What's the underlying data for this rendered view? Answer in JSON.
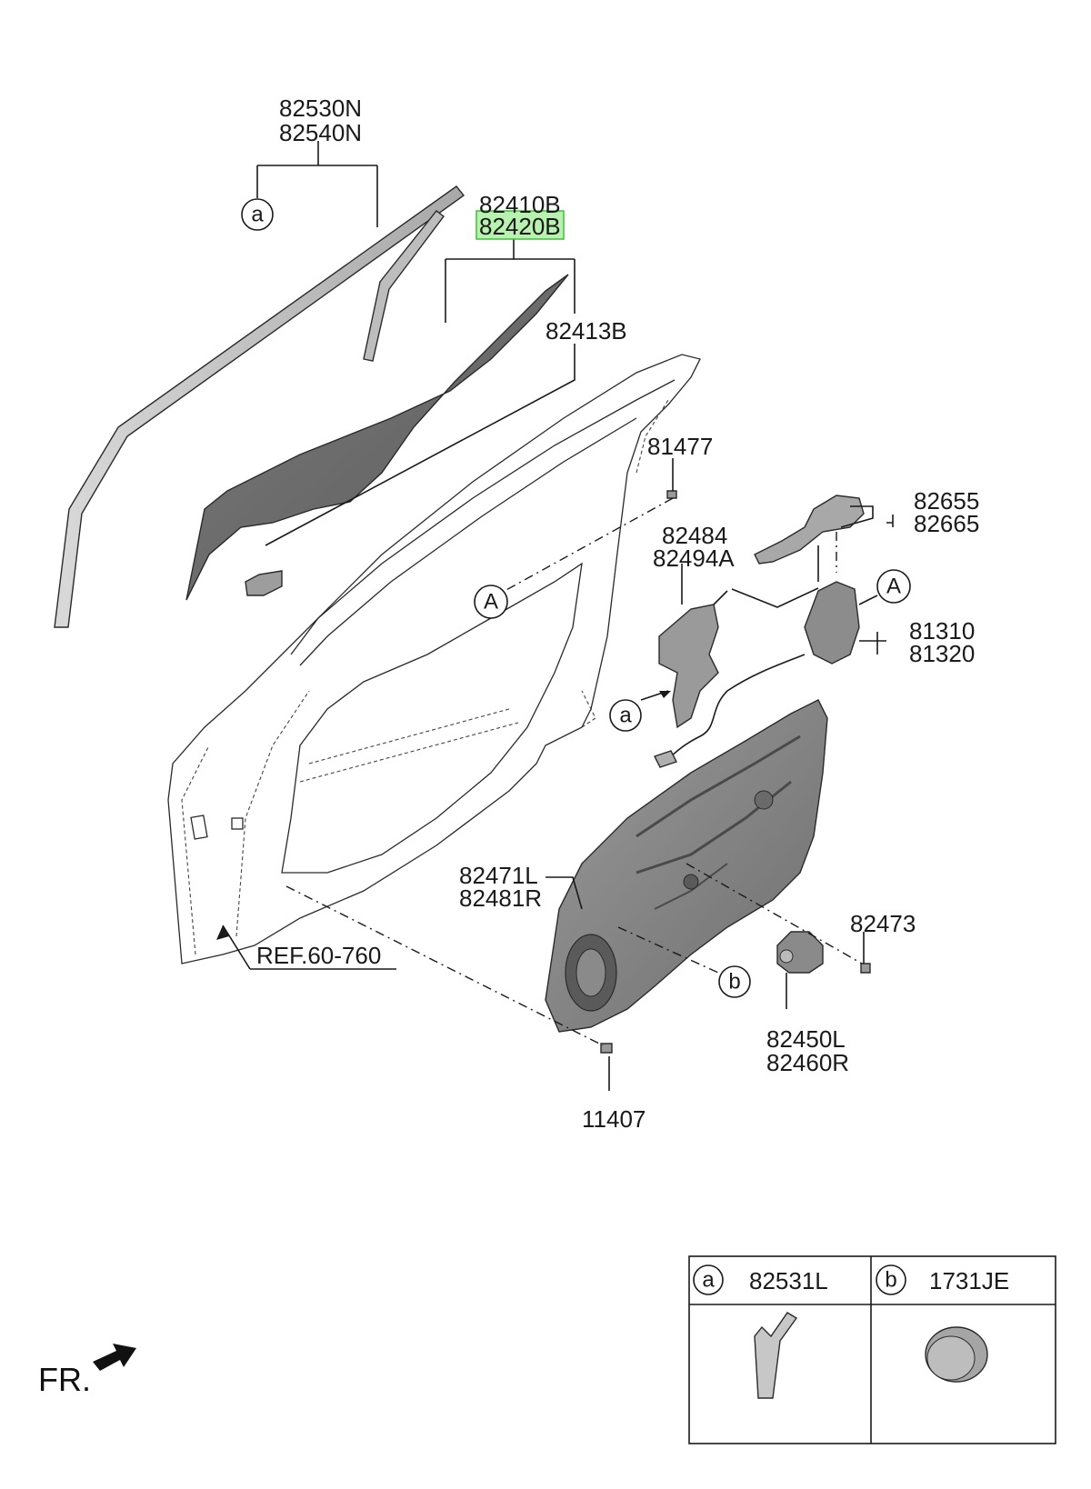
{
  "labels": {
    "glass_run_1": "82530N",
    "glass_run_2": "82540N",
    "glass_1": "82410B",
    "glass_2": "82420B",
    "glass_guide": "82413B",
    "bolt_81477": "81477",
    "harness_1": "82484",
    "harness_2": "82494A",
    "handle_1": "82655",
    "handle_2": "82665",
    "latch_1": "81310",
    "latch_2": "81320",
    "module_1": "82471L",
    "module_2": "82481R",
    "bolt_82473": "82473",
    "motor_1": "82450L",
    "motor_2": "82460R",
    "bolt_11407": "11407",
    "ref": "REF.60-760",
    "fr": "FR."
  },
  "callouts": {
    "a": "a",
    "b": "b",
    "A": "A"
  },
  "legend": {
    "a_code": "a",
    "a_part": "82531L",
    "b_code": "b",
    "b_part": "1731JE"
  },
  "highlight": {
    "part": "82420B",
    "color": "#b9f2b0",
    "border": "#3fbf3a"
  }
}
